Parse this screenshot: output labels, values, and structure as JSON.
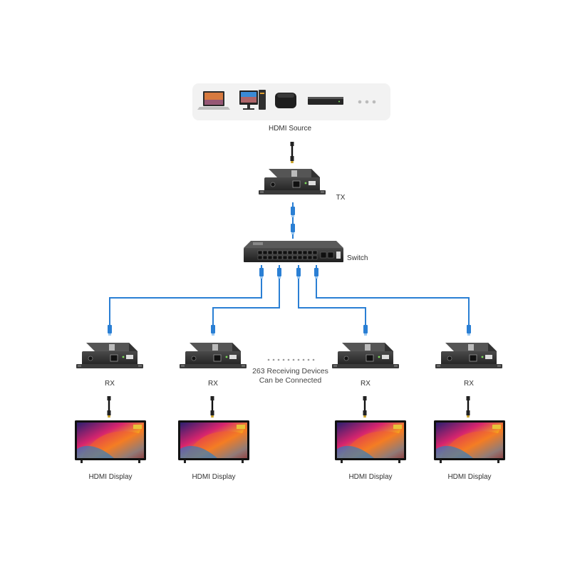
{
  "source": {
    "label": "HDMI Source",
    "devices": [
      "laptop-icon",
      "desktop-pc-icon",
      "tv-box-icon",
      "media-player-icon",
      "more-dots-icon"
    ]
  },
  "tx": {
    "label": "TX"
  },
  "switch": {
    "label": "Switch"
  },
  "receivers": {
    "label": "RX",
    "count": 4,
    "note_line1": "263 Receiving Devices",
    "note_line2": "Can be Connected"
  },
  "displays": {
    "label": "HDMI Display",
    "count": 4
  },
  "colors": {
    "ethernet": "#2a7fd4",
    "device_body": "#2b2b2b",
    "source_panel": "#f2f2f2"
  }
}
